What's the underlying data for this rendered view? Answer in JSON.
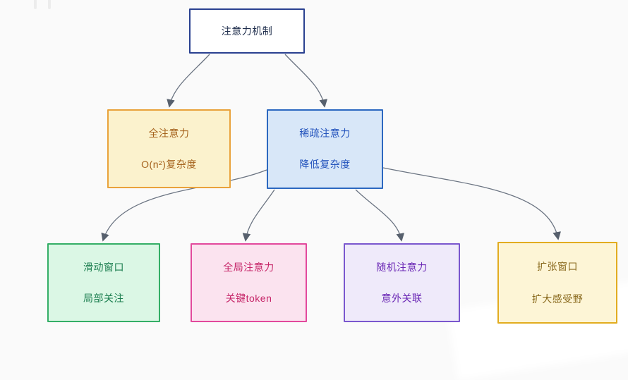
{
  "diagram": {
    "title_node": "注意力机制",
    "background": "#fafafa",
    "connector": {
      "line_color": "#6b7482",
      "arrowhead_color": "#57606d"
    },
    "nodes": {
      "root": {
        "line1": "注意力机制",
        "line2": "",
        "bg": "#ffffff",
        "border": "#2a4190",
        "text": "#1c2b4a"
      },
      "full_attention": {
        "line1": "全注意力",
        "line2": "O(n²)复杂度",
        "bg": "#fbf2cd",
        "border": "#e9a23b",
        "text": "#a5621c"
      },
      "sparse_attention": {
        "line1": "稀疏注意力",
        "line2": "降低复杂度",
        "bg": "#d8e7f8",
        "border": "#2c68c0",
        "text": "#2353bc"
      },
      "sliding_window": {
        "line1": "滑动窗口",
        "line2": "局部关注",
        "bg": "#dbf7e5",
        "border": "#34ae66",
        "text": "#1b7e4f"
      },
      "global_attention": {
        "line1": "全局注意力",
        "line2": "关键token",
        "bg": "#fbe3ef",
        "border": "#e2499c",
        "text": "#c62568"
      },
      "random_attention": {
        "line1": "随机注意力",
        "line2": "意外关联",
        "bg": "#efeafa",
        "border": "#7a57ce",
        "text": "#6b28b5"
      },
      "dilated_window": {
        "line1": "扩张窗口",
        "line2": "扩大感受野",
        "bg": "#fdf5d6",
        "border": "#e2ac1f",
        "text": "#8a6a1e"
      }
    },
    "edges": [
      {
        "from": "注意力机制",
        "to": "全注意力"
      },
      {
        "from": "注意力机制",
        "to": "稀疏注意力"
      },
      {
        "from": "稀疏注意力",
        "to": "滑动窗口"
      },
      {
        "from": "稀疏注意力",
        "to": "全局注意力"
      },
      {
        "from": "稀疏注意力",
        "to": "随机注意力"
      },
      {
        "from": "稀疏注意力",
        "to": "扩张窗口"
      }
    ]
  }
}
